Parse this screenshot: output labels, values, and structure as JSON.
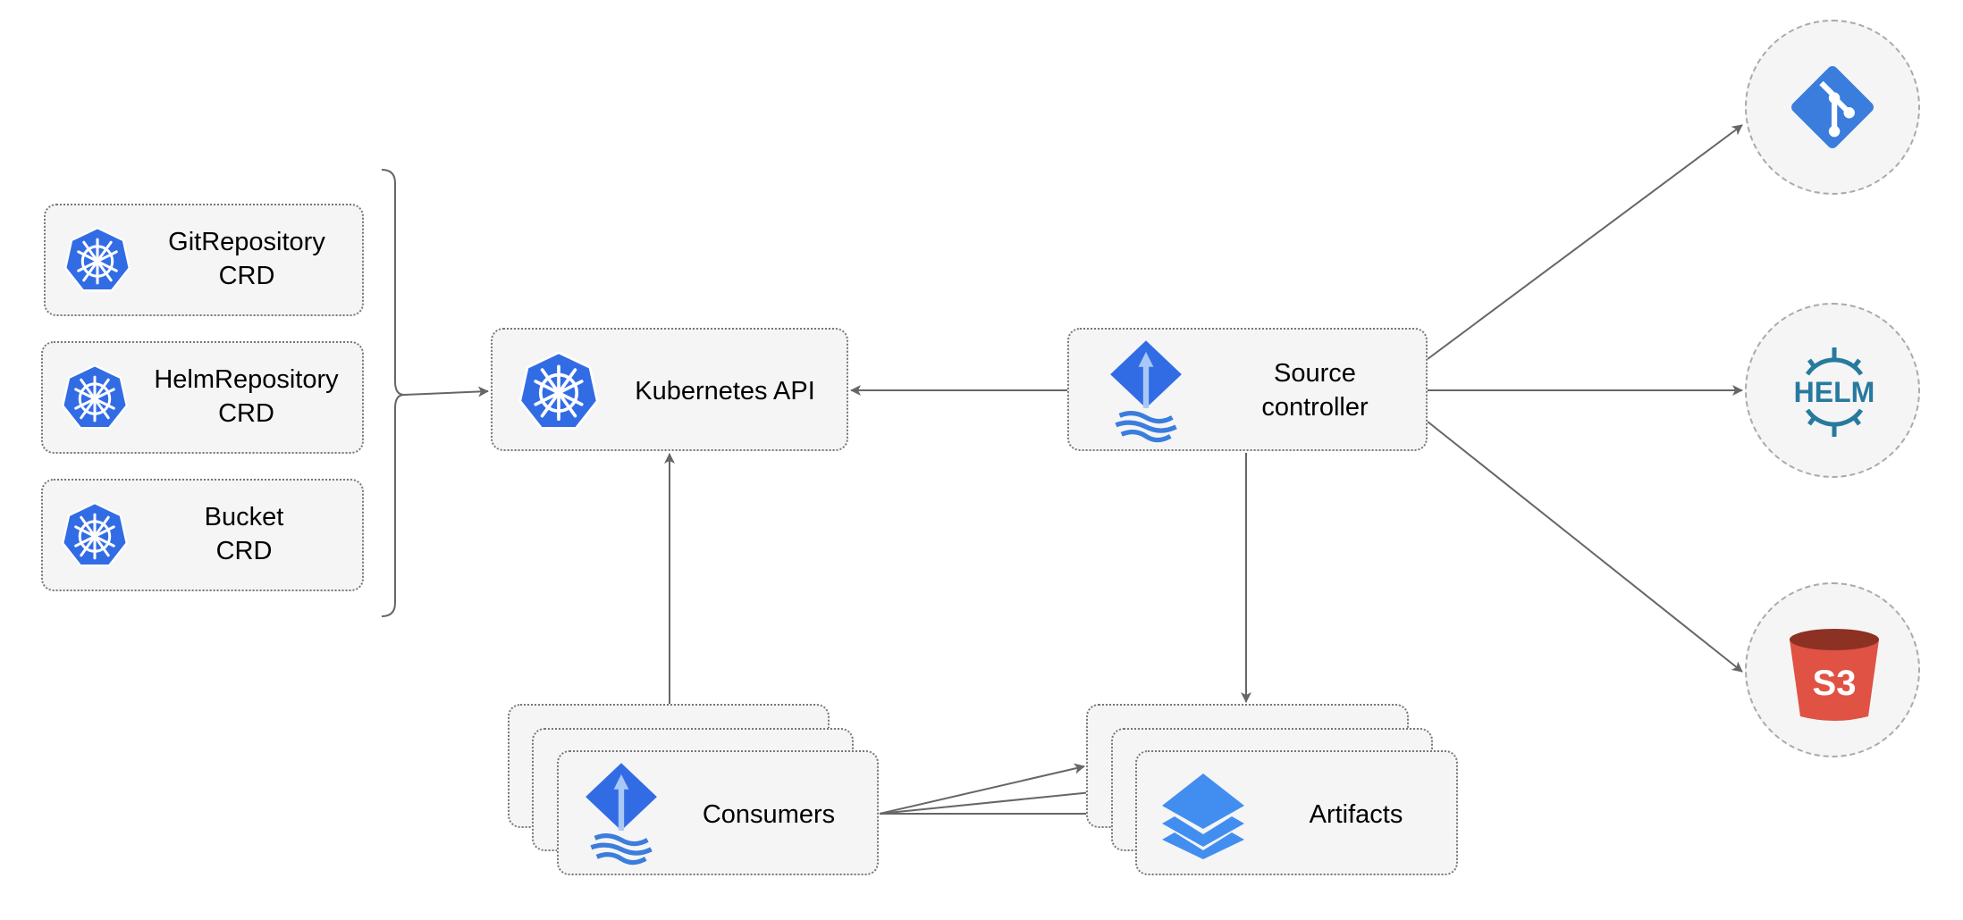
{
  "crds": [
    {
      "line1": "GitRepository",
      "line2": "CRD"
    },
    {
      "line1": "HelmRepository",
      "line2": "CRD"
    },
    {
      "line1": "Bucket",
      "line2": "CRD"
    }
  ],
  "kubernetes_api": {
    "label": "Kubernetes API"
  },
  "source_controller": {
    "line1": "Source",
    "line2": "controller"
  },
  "consumers": {
    "label": "Consumers"
  },
  "artifacts": {
    "label": "Artifacts"
  },
  "sources": [
    {
      "name": "git",
      "icon": "git-icon"
    },
    {
      "name": "helm",
      "icon": "helm-icon",
      "text": "HELM"
    },
    {
      "name": "s3",
      "icon": "s3-bucket-icon",
      "text": "S3"
    }
  ],
  "colors": {
    "kubernetes_blue": "#326ce5",
    "flux_blue": "#3b7ddd",
    "helm": "#277a9f",
    "s3_red": "#e05243",
    "arrow": "#666666"
  }
}
